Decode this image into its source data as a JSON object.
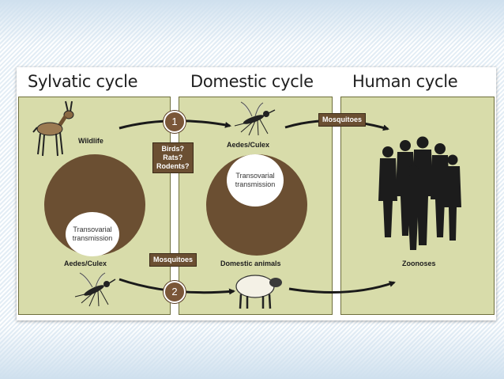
{
  "headers": [
    "Sylvatic cycle",
    "Domestic cycle",
    "Human cycle"
  ],
  "labels": {
    "wildlife": "Wildlife",
    "aedes_top": "Aedes/Culex",
    "aedes_bottom": "Aedes/Culex",
    "domestic_animals": "Domestic animals",
    "zoonoses": "Zoonoses"
  },
  "hosts_badge": [
    "Birds?",
    "Rats?",
    "Rodents?"
  ],
  "mosquito_badges": {
    "top": "Mosquitoes",
    "bottom": "Mosquitoes"
  },
  "steps": [
    "1",
    "2"
  ],
  "transovarial": {
    "sylvatic": [
      "Transovarial",
      "transmission"
    ],
    "domestic": [
      "Transovarial",
      "transmission"
    ]
  },
  "icons": [
    "antelope-icon",
    "mosquito-icon",
    "sheep-icon",
    "people-group-icon",
    "arrow-icon"
  ],
  "colors": {
    "panel": "#d8dcaa",
    "circle": "#6b4f32",
    "badge": "#6b4f32",
    "arrow": "#1a1a1a"
  }
}
